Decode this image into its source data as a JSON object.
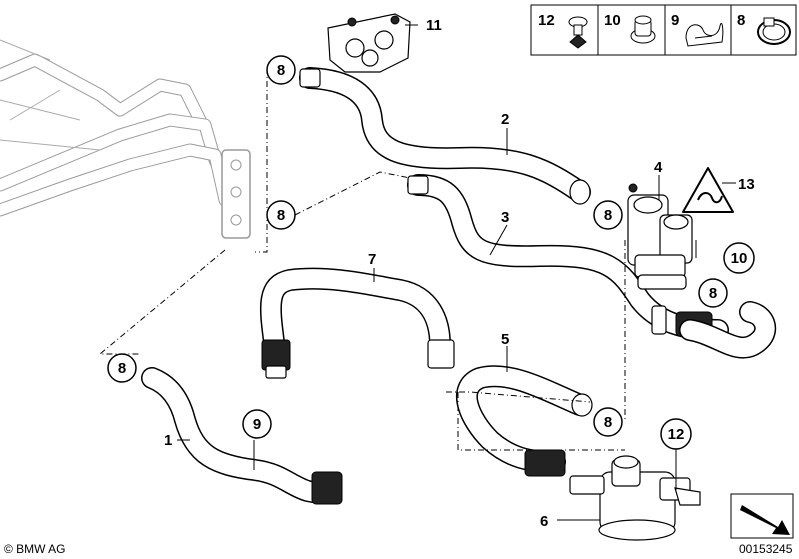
{
  "callouts": {
    "c1": "1",
    "c2": "2",
    "c3": "3",
    "c4": "4",
    "c5": "5",
    "c6": "6",
    "c7": "7",
    "c11": "11",
    "c13": "13"
  },
  "circled": {
    "top_left_8": "8",
    "mid_left_8": "8",
    "lower_left_8": "8",
    "right_8_a": "8",
    "right_8_b": "8",
    "bottom_right_8": "8",
    "clip_9": "9",
    "valve_10": "10",
    "bracket_12": "12"
  },
  "legend": {
    "items": [
      {
        "num": "12",
        "icon": "push-rivet-icon"
      },
      {
        "num": "10",
        "icon": "grommet-icon"
      },
      {
        "num": "9",
        "icon": "hose-clip-icon"
      },
      {
        "num": "8",
        "icon": "hose-clamp-icon"
      }
    ]
  },
  "footer": {
    "brand": "© BMW AG",
    "drawing_no": "00153245"
  }
}
